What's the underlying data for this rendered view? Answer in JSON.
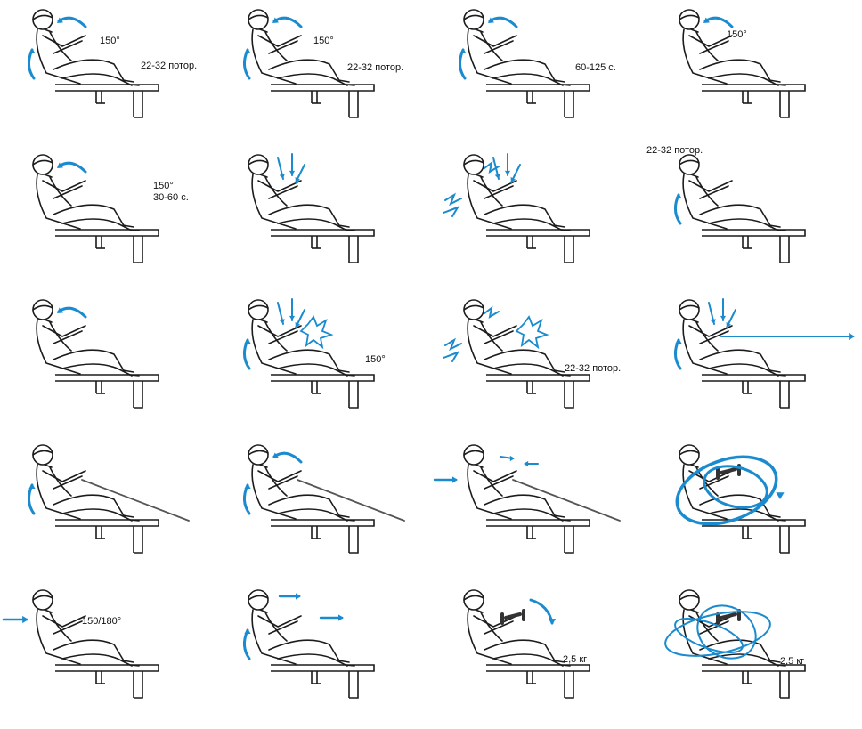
{
  "colors": {
    "arrow": "#1a8bcf",
    "figure": "#1c1c1c",
    "bench": "#1c1c1c",
    "cable": "#555555"
  },
  "panels": [
    {
      "label": "150°",
      "label2": "",
      "label_b": "22-32 потор.",
      "icons": [
        "curve-arrow-head",
        "curve-arrow-back"
      ]
    },
    {
      "label": "150°",
      "label2": "",
      "label_b": "22-32 потор.",
      "icons": [
        "curve-arrow-head",
        "curve-arrow-back"
      ]
    },
    {
      "label": "",
      "label2": "",
      "label_b": "60-125 с.",
      "icons": [
        "curve-arrow-head",
        "curve-arrow-back"
      ]
    },
    {
      "label": "150°",
      "label2": "",
      "label_b": "",
      "icons": [
        "curve-arrow-head"
      ]
    },
    {
      "label": "150°",
      "label2": "30-60 с.",
      "label_b": "",
      "icons": [
        "curve-arrow-head"
      ]
    },
    {
      "label": "",
      "label2": "",
      "label_b": "",
      "icons": [
        "down-arrows"
      ]
    },
    {
      "label": "",
      "label2": "",
      "label_b": "",
      "icons": [
        "down-arrows",
        "zigzag"
      ]
    },
    {
      "label": "",
      "label2": "",
      "label_b": "22-32 потор.",
      "icons": [
        "curve-arrow-back"
      ]
    },
    {
      "label": "",
      "label2": "",
      "label_b": "",
      "icons": [
        "curve-arrow-head"
      ]
    },
    {
      "label": "150°",
      "label2": "",
      "label_b": "",
      "icons": [
        "down-arrows",
        "burst",
        "curve-arrow-back"
      ]
    },
    {
      "label": "",
      "label2": "",
      "label_b": "22-32 потор.",
      "icons": [
        "zigzag",
        "burst"
      ]
    },
    {
      "label": "",
      "label2": "",
      "label_b": "",
      "icons": [
        "down-arrows",
        "long-right-arrow",
        "curve-arrow-back"
      ]
    },
    {
      "label": "",
      "label2": "",
      "label_b": "",
      "icons": [
        "cable",
        "curve-arrow-back"
      ]
    },
    {
      "label": "",
      "label2": "",
      "label_b": "",
      "icons": [
        "cable",
        "curve-arrow-head",
        "curve-arrow-back"
      ]
    },
    {
      "label": "",
      "label2": "",
      "label_b": "",
      "icons": [
        "cable",
        "squeeze-arrows"
      ]
    },
    {
      "label": "",
      "label2": "",
      "label_b": "",
      "icons": [
        "dumbbell",
        "orbit"
      ]
    },
    {
      "label": "150/180°",
      "label2": "",
      "label_b": "",
      "icons": [
        "left-arrow-in"
      ]
    },
    {
      "label": "",
      "label2": "",
      "label_b": "",
      "icons": [
        "right-arrows",
        "curve-arrow-back"
      ]
    },
    {
      "label": "",
      "label2": "",
      "label_b": "2,5 кг",
      "icons": [
        "dumbbell",
        "down-curve"
      ]
    },
    {
      "label": "",
      "label2": "",
      "label_b": "2,5 кг",
      "icons": [
        "dumbbell",
        "orbit2"
      ]
    }
  ]
}
